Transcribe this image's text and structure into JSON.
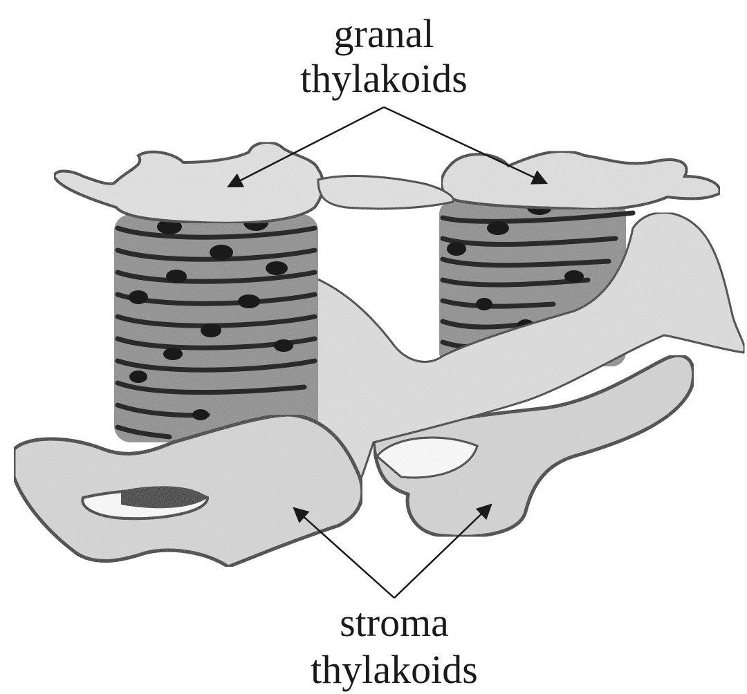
{
  "diagram": {
    "labels": {
      "top_line1": "granal",
      "top_line2": "thylakoids",
      "bottom_line1": "stroma",
      "bottom_line2": "thylakoids"
    },
    "colors": {
      "ink": "#1a1a1a",
      "membrane": "#d2d2d2",
      "membrane_light": "#e4e4e4",
      "disc": "#8c8c8c",
      "background": "#ffffff"
    }
  }
}
